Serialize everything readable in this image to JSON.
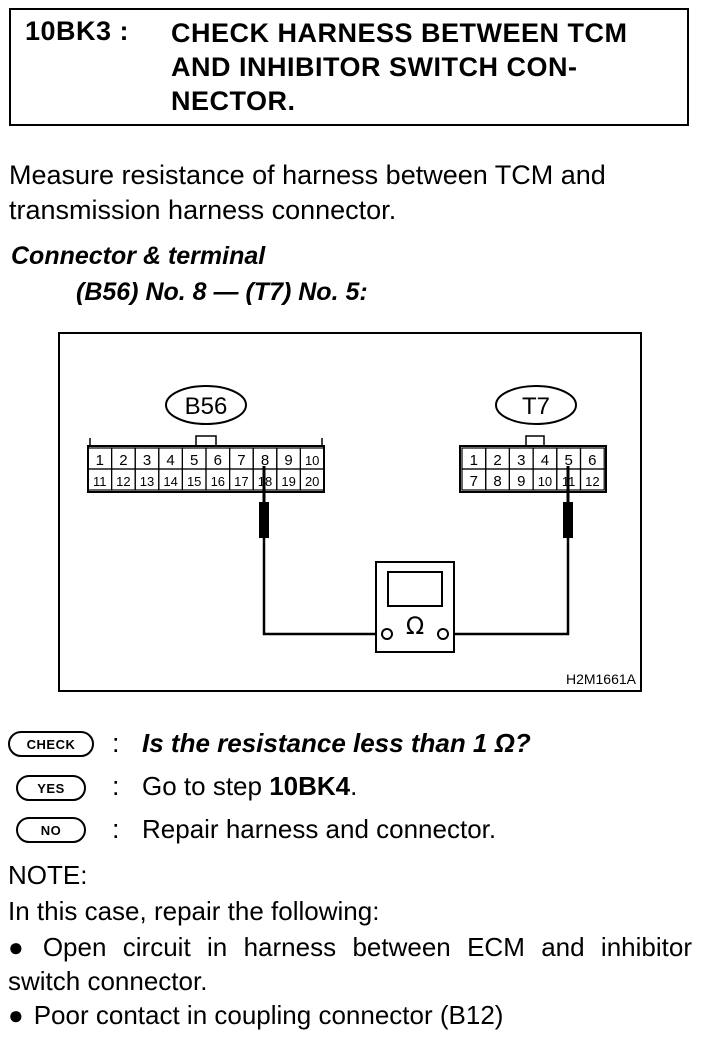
{
  "step": {
    "id": "10BK3 :",
    "title": "CHECK HARNESS BETWEEN TCM\nAND INHIBITOR SWITCH CON-\nNECTOR."
  },
  "intro": "Measure resistance of harness between TCM and transmission harness connector.",
  "connector": {
    "label": "Connector & terminal",
    "spec": "(B56) No. 8 — (T7) No. 5:"
  },
  "figure": {
    "connector_b56": {
      "name": "B56",
      "row1": [
        "1",
        "2",
        "3",
        "4",
        "5",
        "6",
        "7",
        "8",
        "9",
        "10"
      ],
      "row2": [
        "11",
        "12",
        "13",
        "14",
        "15",
        "16",
        "17",
        "18",
        "19",
        "20"
      ]
    },
    "connector_t7": {
      "name": "T7",
      "row1": [
        "1",
        "2",
        "3",
        "4",
        "5",
        "6"
      ],
      "row2": [
        "7",
        "8",
        "9",
        "10",
        "11",
        "12"
      ]
    },
    "meter_symbol": "Ω",
    "figure_code": "H2M1661A"
  },
  "check": {
    "badge": "CHECK",
    "colon": ":",
    "question": "Is the resistance less than 1 Ω?"
  },
  "yes": {
    "badge": "YES",
    "colon": ":",
    "text_prefix": "Go to step ",
    "text_step": "10BK4",
    "text_suffix": "."
  },
  "no": {
    "badge": "NO",
    "colon": ":",
    "text": "Repair harness and connector."
  },
  "note": {
    "heading": "NOTE:",
    "line": "In this case, repair the following:",
    "bullets": [
      "Open circuit in harness between ECM and inhibitor switch connector.",
      "Poor contact in coupling connector (B12)"
    ]
  }
}
